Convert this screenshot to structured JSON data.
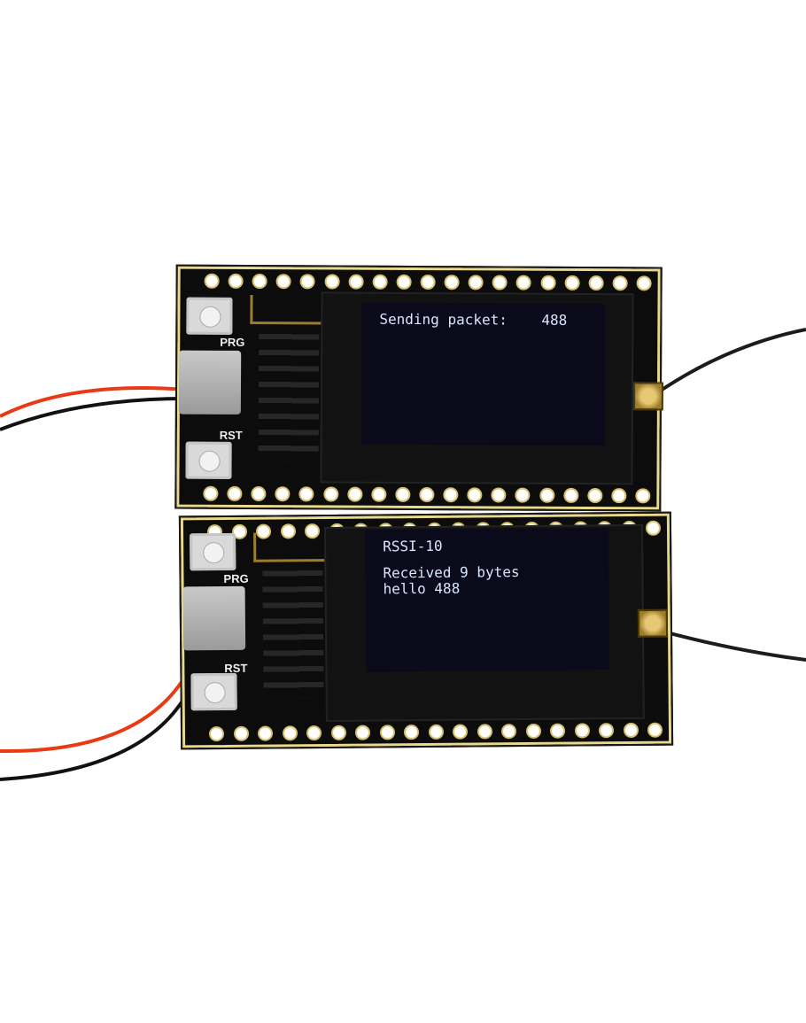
{
  "photo": {
    "top_board": {
      "label_prg": "PRG",
      "label_rst": "RST",
      "screen_line_1": "Sending packet:    488"
    },
    "bottom_board": {
      "label_prg": "PRG",
      "label_rst": "RST",
      "screen_line_1": "RSSI-10",
      "screen_line_2": "Received 9 bytes",
      "screen_line_3": "hello 488"
    },
    "colors": {
      "background": "#ffffff",
      "pcb": "#0c0c0c",
      "oled_text": "#d8e6ff",
      "wire_red": "#e83a14",
      "wire_black": "#111111",
      "antenna_cable": "#1c1c1c"
    }
  }
}
